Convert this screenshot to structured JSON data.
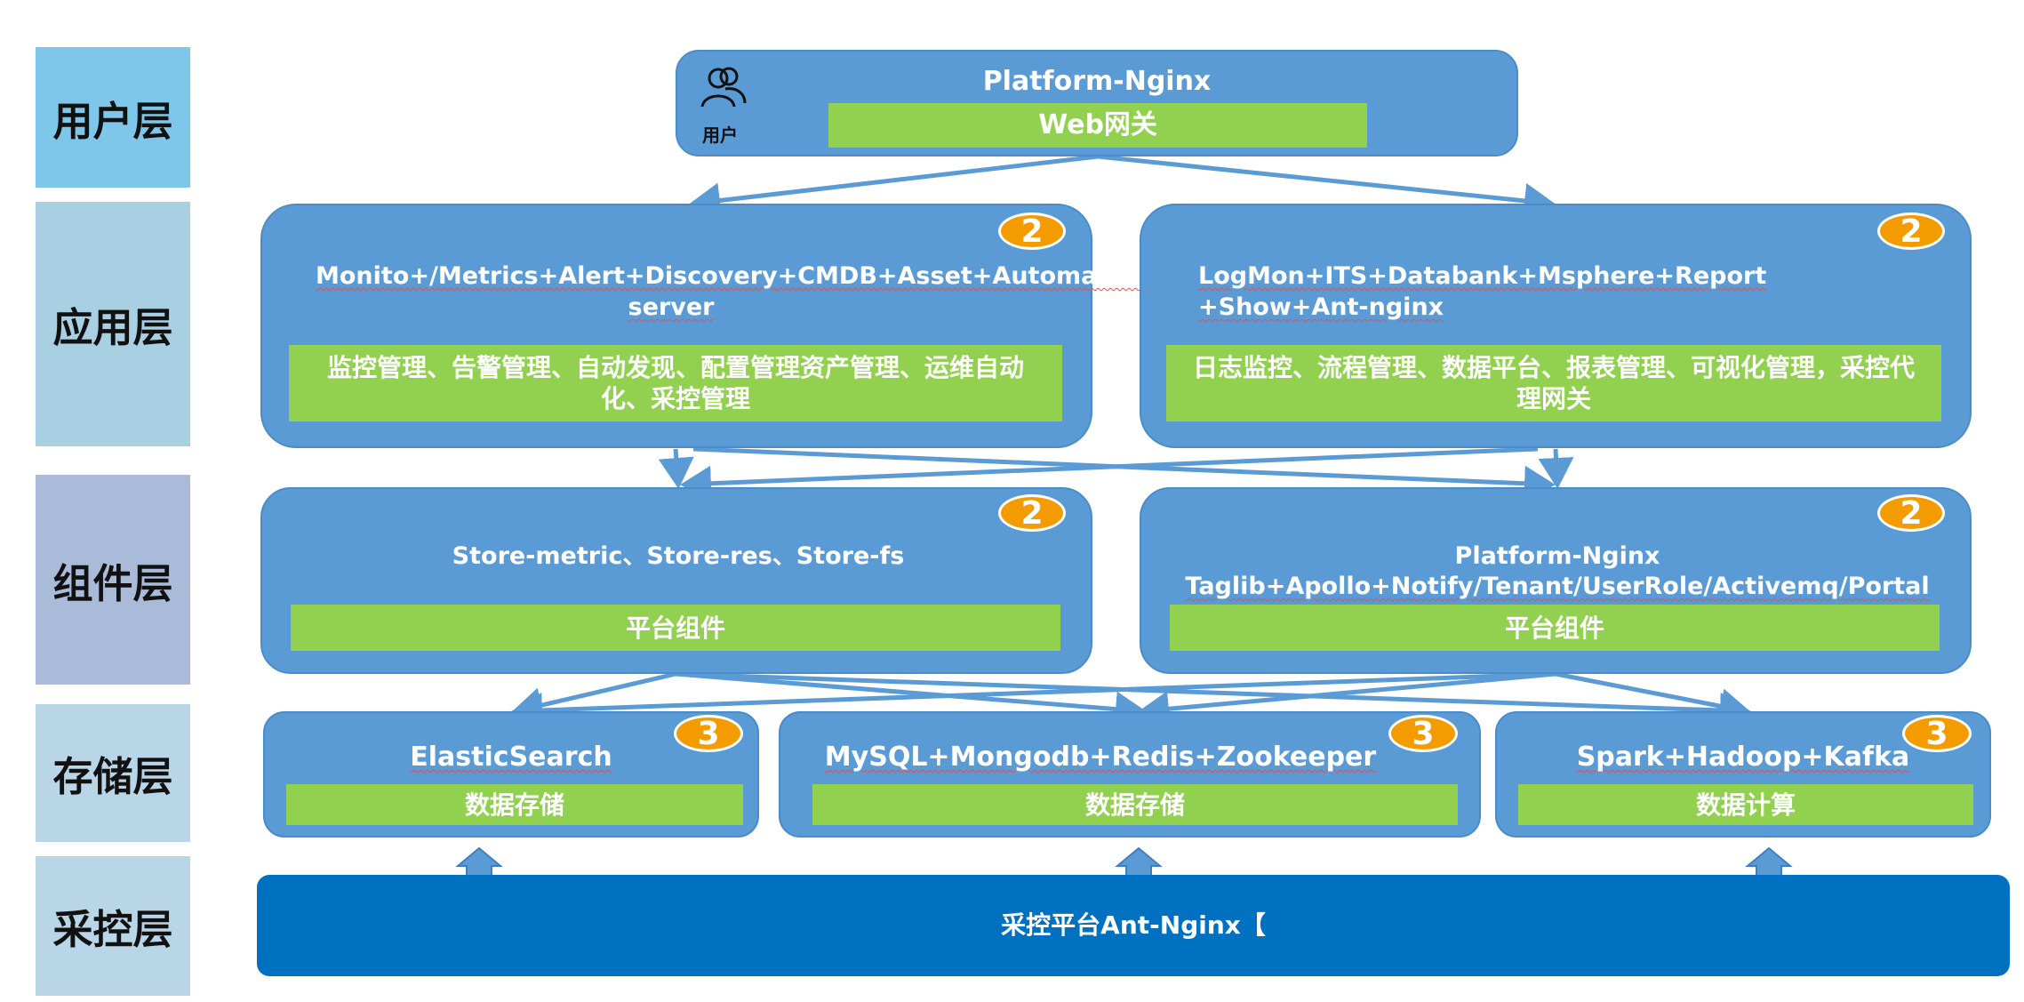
{
  "layers": {
    "user": "用户层",
    "app": "应用层",
    "component": "组件层",
    "storage": "存储层",
    "collect": "采控层"
  },
  "top": {
    "title": "Platform-Nginx",
    "gateway": "Web网关",
    "user_label": "用户"
  },
  "app_left": {
    "title": "Monito+/Metrics+Alert+Discovery+CMDB+Asset+Automation+Ant-server",
    "desc": "监控管理、告警管理、自动发现、配置管理资产管理、运维自动化、采控管理",
    "badge": "2"
  },
  "app_right": {
    "title": "LogMon+ITS+Databank+Msphere+Report +Show+Ant-nginx",
    "desc": "日志监控、流程管理、数据平台、报表管理、可视化管理，采控代理网关",
    "badge": "2"
  },
  "comp_left": {
    "title": "Store-metric、Store-res、Store-fs",
    "desc": "平台组件",
    "badge": "2"
  },
  "comp_right": {
    "title_line1": "Platform-Nginx",
    "title_line2": "Taglib+Apollo+Notify/Tenant/UserRole/Activemq/Portal",
    "desc": "平台组件",
    "badge": "2"
  },
  "storage": [
    {
      "title": "ElasticSearch",
      "desc": "数据存储",
      "badge": "3"
    },
    {
      "title": "MySQL+Mongodb+Redis+Zookeeper",
      "desc": "数据存储",
      "badge": "3"
    },
    {
      "title": "Spark+Hadoop+Kafka",
      "desc": "数据计算",
      "badge": "3"
    }
  ],
  "collect_platform": "采控平台Ant-Nginx【",
  "colors": {
    "panel": "#5b9bd5",
    "green_bar": "#92d050",
    "badge": "#f49b00",
    "collect_bar": "#0070c0"
  }
}
